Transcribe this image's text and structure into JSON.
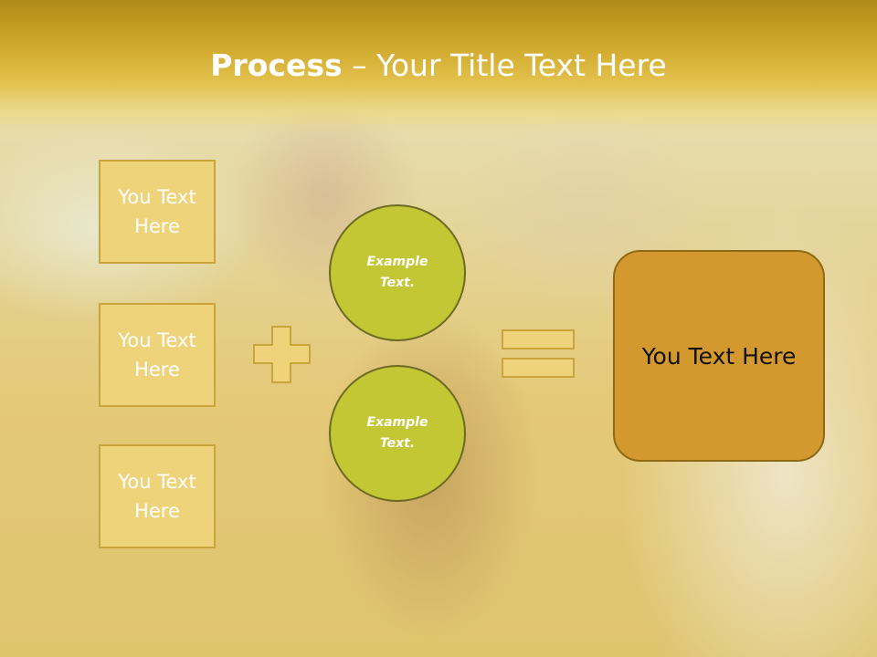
{
  "slide": {
    "title_bold": "Process",
    "title_rest": " – Your Title Text Here",
    "input_boxes": [
      {
        "label": "You Text Here"
      },
      {
        "label": "You Text Here"
      },
      {
        "label": "You Text Here"
      }
    ],
    "circles": [
      {
        "label": "Example Text."
      },
      {
        "label": "Example Text."
      }
    ],
    "result_label": "You Text Here"
  },
  "colors": {
    "header": "#cfa729",
    "box_fill": "#efd37a",
    "circle_fill": "#c3c734",
    "result_fill": "#d3992f"
  },
  "icons": {
    "plus": "plus-icon",
    "equals": "equals-icon"
  }
}
